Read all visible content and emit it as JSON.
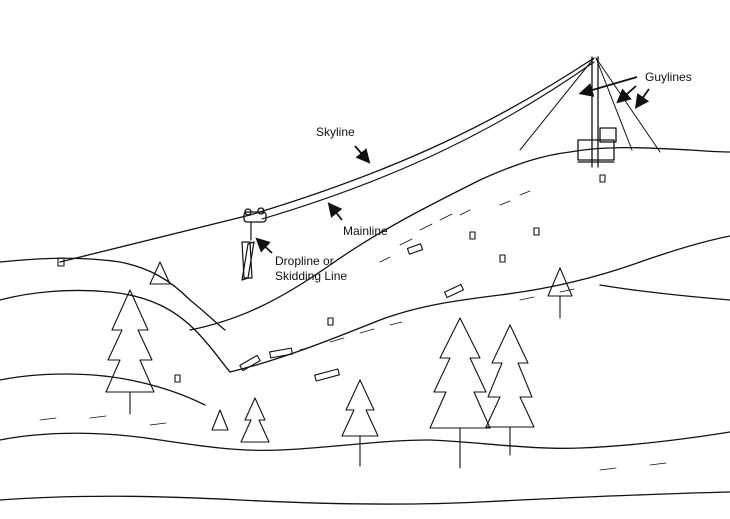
{
  "diagram": {
    "subject": "skyline-logging-system",
    "colors": {
      "ink": "#111111",
      "background": "#ffffff"
    },
    "labels": {
      "guylines": "Guylines",
      "skyline": "Skyline",
      "mainline": "Mainline",
      "dropline_line1": "Dropline or",
      "dropline_line2": "Skidding Line"
    }
  }
}
